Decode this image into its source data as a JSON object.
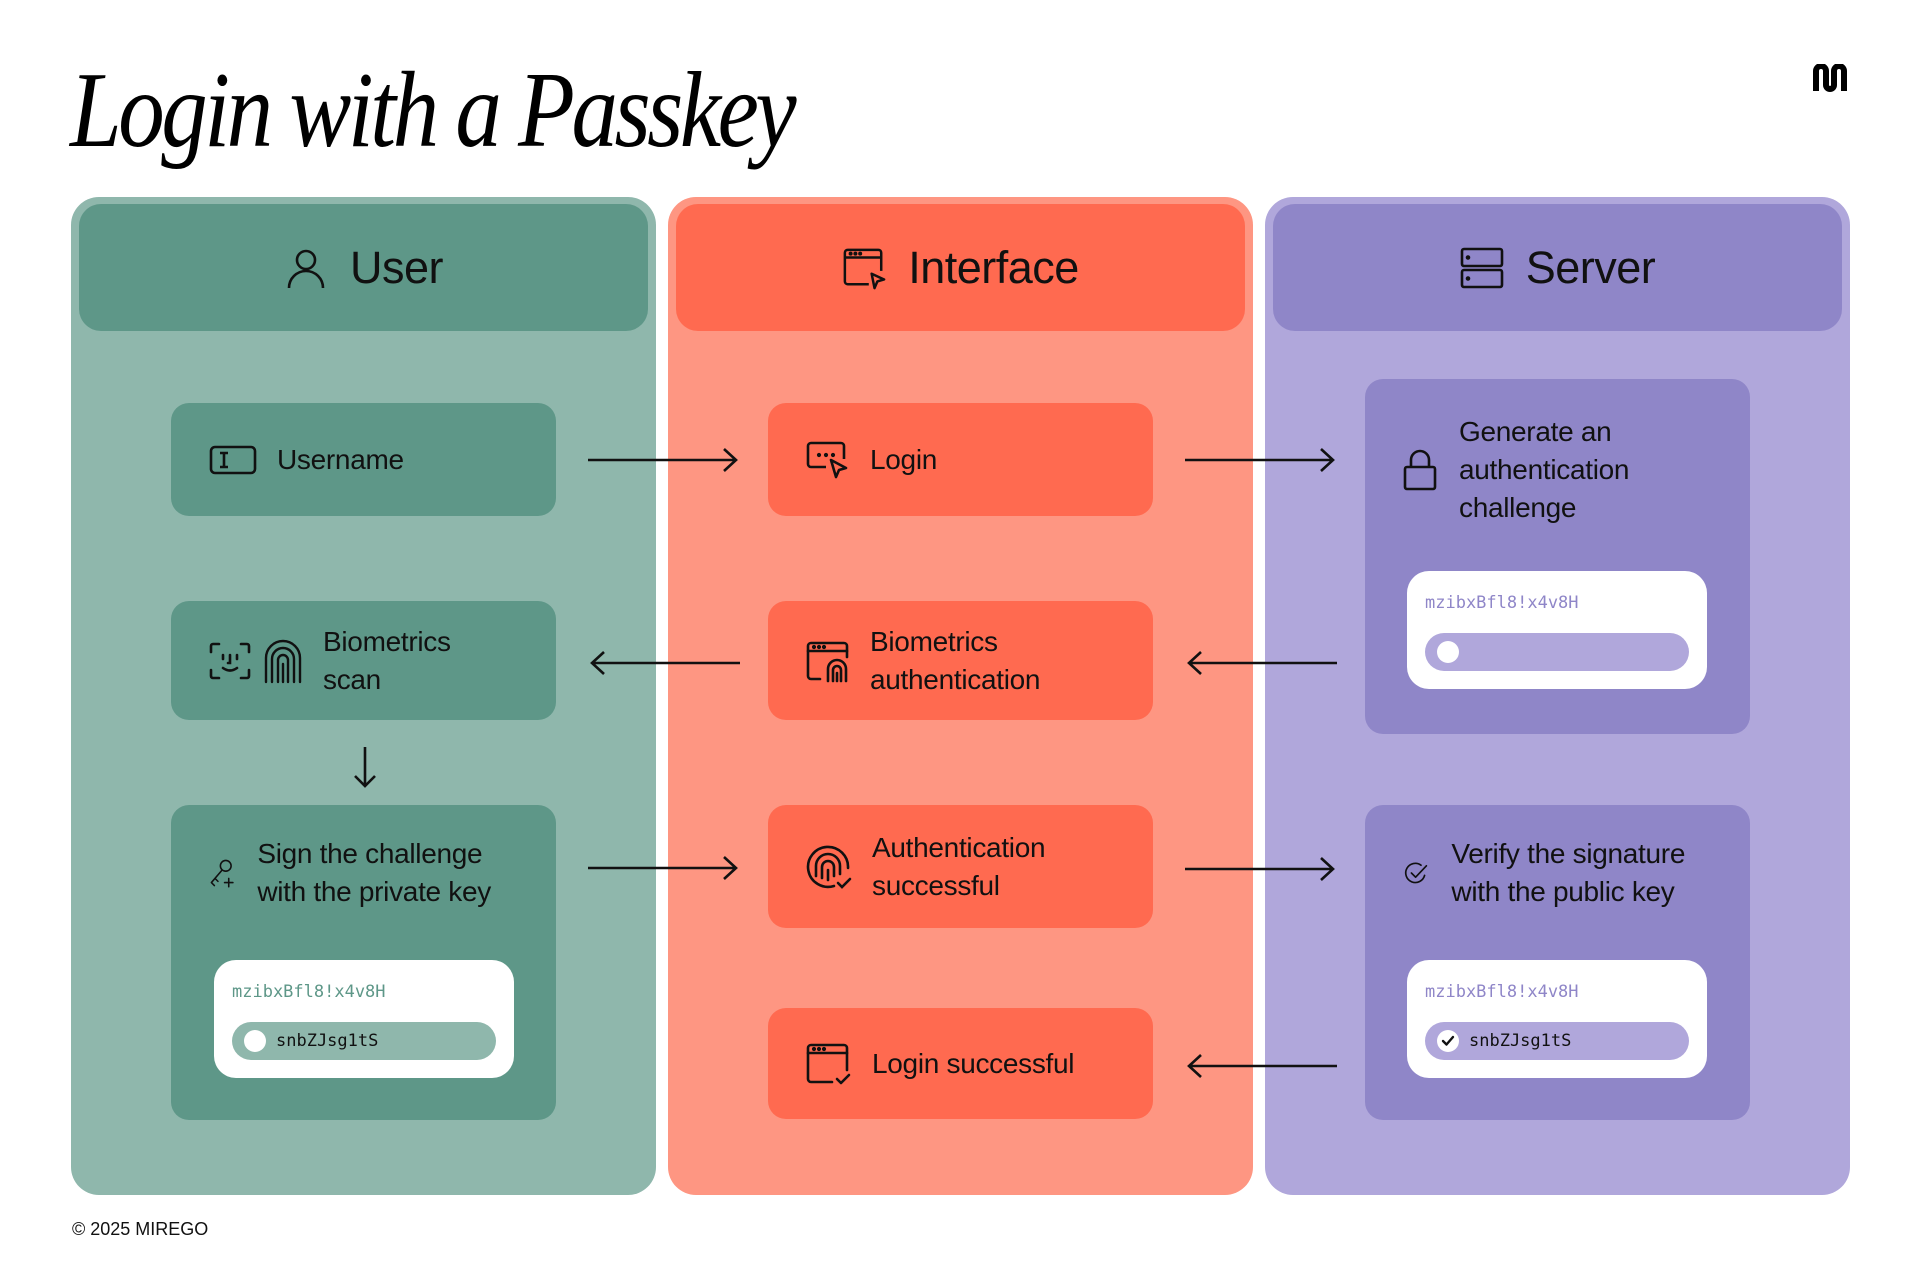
{
  "title": "Login with a Passkey",
  "logo": {
    "icon": "mirego-m-logo"
  },
  "columns": {
    "user": {
      "title": "User",
      "icon": "user-icon",
      "color_header": "#5e9788",
      "color_body": "#8fb7ac",
      "steps": [
        {
          "label": "Username",
          "icon": "text-field-icon"
        },
        {
          "label": "Biometrics scan",
          "icon": "face-id-and-fingerprint-icon"
        },
        {
          "label": "Sign the challenge with the private key",
          "icon": "key-plus-icon",
          "challenge": "mzibxBfl8!x4v8H",
          "signature": "snbZJsg1tS",
          "signature_status": "unverified"
        }
      ]
    },
    "interface": {
      "title": "Interface",
      "icon": "browser-cursor-icon",
      "color_header": "#ff6a50",
      "color_body": "#fe9682",
      "steps": [
        {
          "label": "Login",
          "icon": "dialog-cursor-icon"
        },
        {
          "label": "Biometrics authentication",
          "icon": "browser-fingerprint-icon"
        },
        {
          "label": "Authentication successful",
          "icon": "fingerprint-check-icon"
        },
        {
          "label": "Login successful",
          "icon": "browser-check-icon"
        }
      ]
    },
    "server": {
      "title": "Server",
      "icon": "server-icon",
      "color_header": "#8f86c8",
      "color_body": "#b0a7db",
      "steps": [
        {
          "label": "Generate an authentication challenge",
          "icon": "lock-icon",
          "challenge": "mzibxBfl8!x4v8H",
          "signature": "",
          "signature_status": "empty"
        },
        {
          "label": "Verify the signature with the public key",
          "icon": "check-circle-icon",
          "challenge": "mzibxBfl8!x4v8H",
          "signature": "snbZJsg1tS",
          "signature_status": "verified"
        }
      ]
    }
  },
  "flow": [
    {
      "from": "Username",
      "to": "Login",
      "direction": "right"
    },
    {
      "from": "Login",
      "to": "Generate an authentication challenge",
      "direction": "right"
    },
    {
      "from": "Generate an authentication challenge",
      "to": "Biometrics authentication",
      "direction": "left"
    },
    {
      "from": "Biometrics authentication",
      "to": "Biometrics scan",
      "direction": "left"
    },
    {
      "from": "Biometrics scan",
      "to": "Sign the challenge with the private key",
      "direction": "down"
    },
    {
      "from": "Sign the challenge with the private key",
      "to": "Authentication successful",
      "direction": "right"
    },
    {
      "from": "Authentication successful",
      "to": "Verify the signature with the public key",
      "direction": "right"
    },
    {
      "from": "Verify the signature with the public key",
      "to": "Login successful",
      "direction": "left"
    }
  ],
  "footer": "© 2025 MIREGO"
}
